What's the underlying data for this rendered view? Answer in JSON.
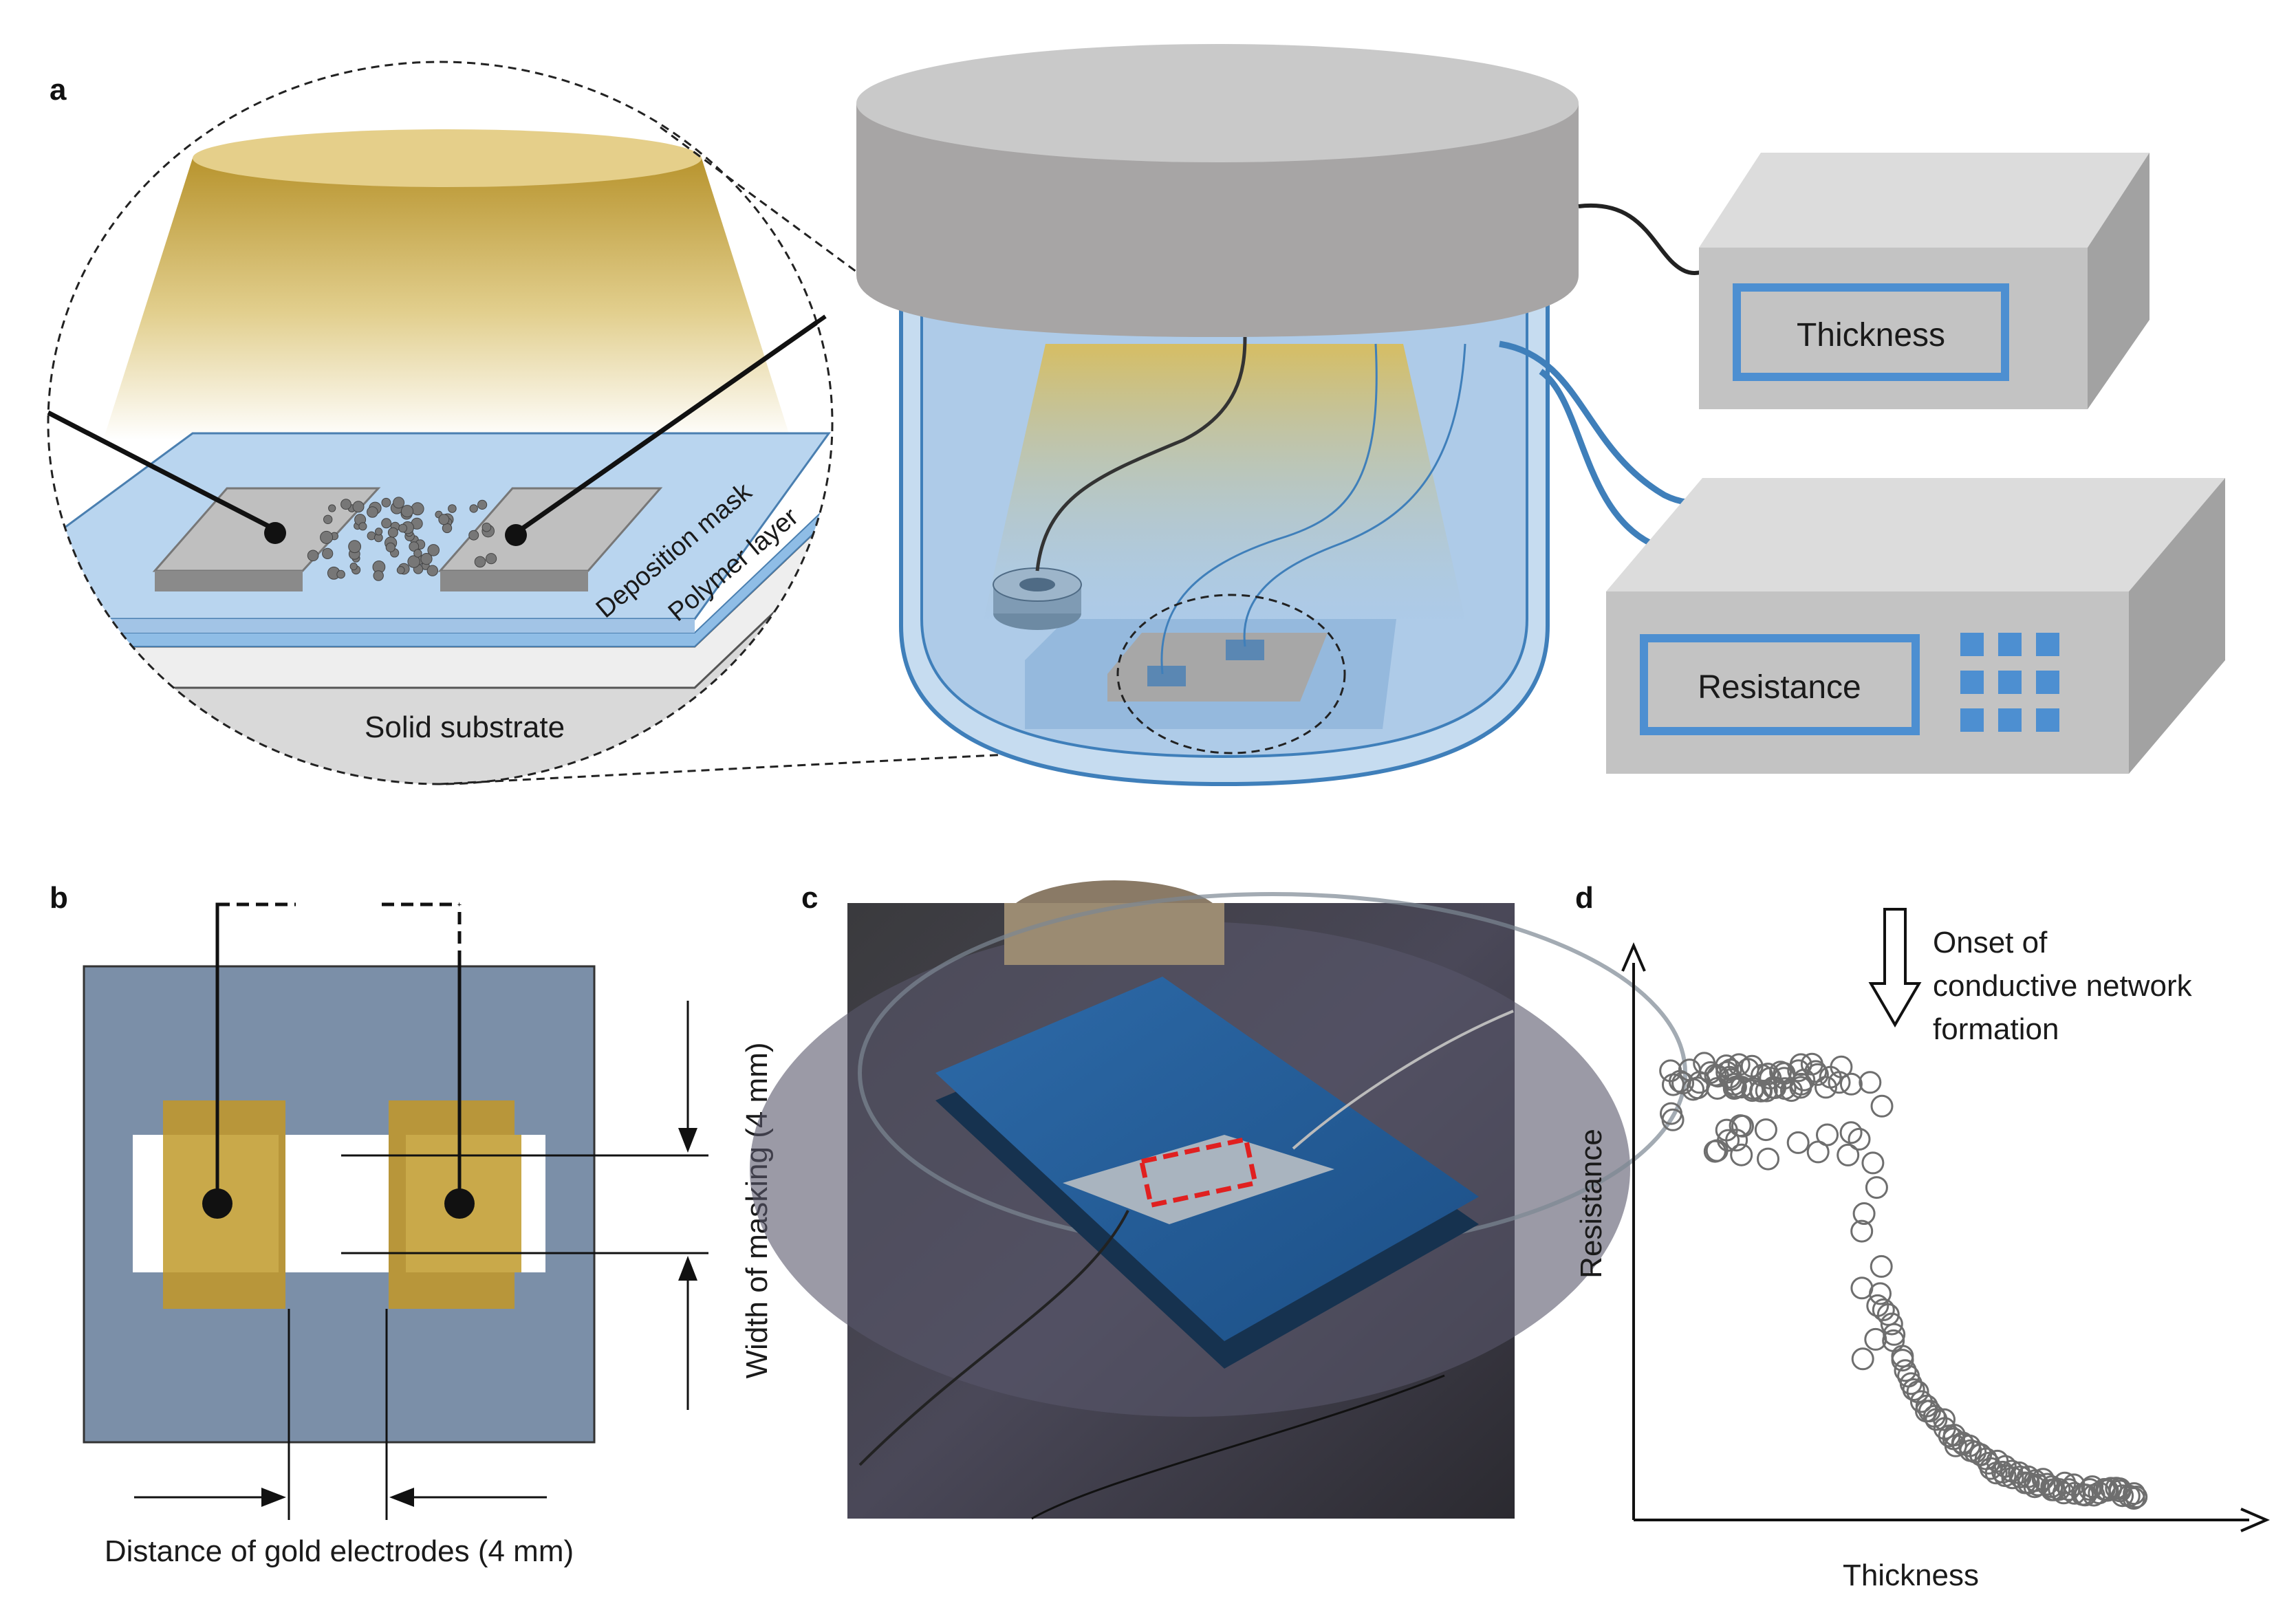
{
  "panels": {
    "a": {
      "letter": "a",
      "labels": {
        "deposition_mask": "Deposition mask",
        "polymer_layer": "Polymer layer",
        "solid_substrate": "Solid substrate"
      },
      "instruments": {
        "thickness": "Thickness",
        "resistance": "Resistance"
      }
    },
    "b": {
      "letter": "b",
      "width_label": "Width of masking (4 mm)",
      "distance_label": "Distance of gold electrodes (4 mm)"
    },
    "c": {
      "letter": "c"
    },
    "d": {
      "letter": "d",
      "annotation_lines": [
        "Onset of",
        "conductive network",
        "formation"
      ],
      "xlabel": "Thickness",
      "ylabel": "Resistance"
    }
  },
  "colors": {
    "mask_blue": "#7b8fa8",
    "gold": "#c9a94a",
    "gold_dark": "#b8963a",
    "chamber_blue": "#a9c9e6",
    "chamber_edge": "#3f7fba",
    "instrument_grey": "#c3c3c3",
    "instrument_blue": "#4d8fd1",
    "lid_grey": "#b4b2b2",
    "marker_grey": "#6e6e6e",
    "photo_highlight": "#e02020"
  },
  "chart_data": {
    "type": "scatter",
    "xlabel": "Thickness",
    "ylabel": "Resistance",
    "x_ticks_shown": false,
    "y_ticks_shown": false,
    "annotation": "Onset of conductive network formation",
    "clusters": [
      {
        "phase": "plateau",
        "x_range": [
          0.06,
          0.36
        ],
        "y_level": "high",
        "point_count": 70
      },
      {
        "phase": "drop",
        "x_range": [
          0.36,
          0.41
        ],
        "y_level": "falling",
        "point_count": 12
      },
      {
        "phase": "percolated",
        "x_range": [
          0.4,
          0.82
        ],
        "y_level": "low, decreasing",
        "point_count": 80
      }
    ]
  }
}
